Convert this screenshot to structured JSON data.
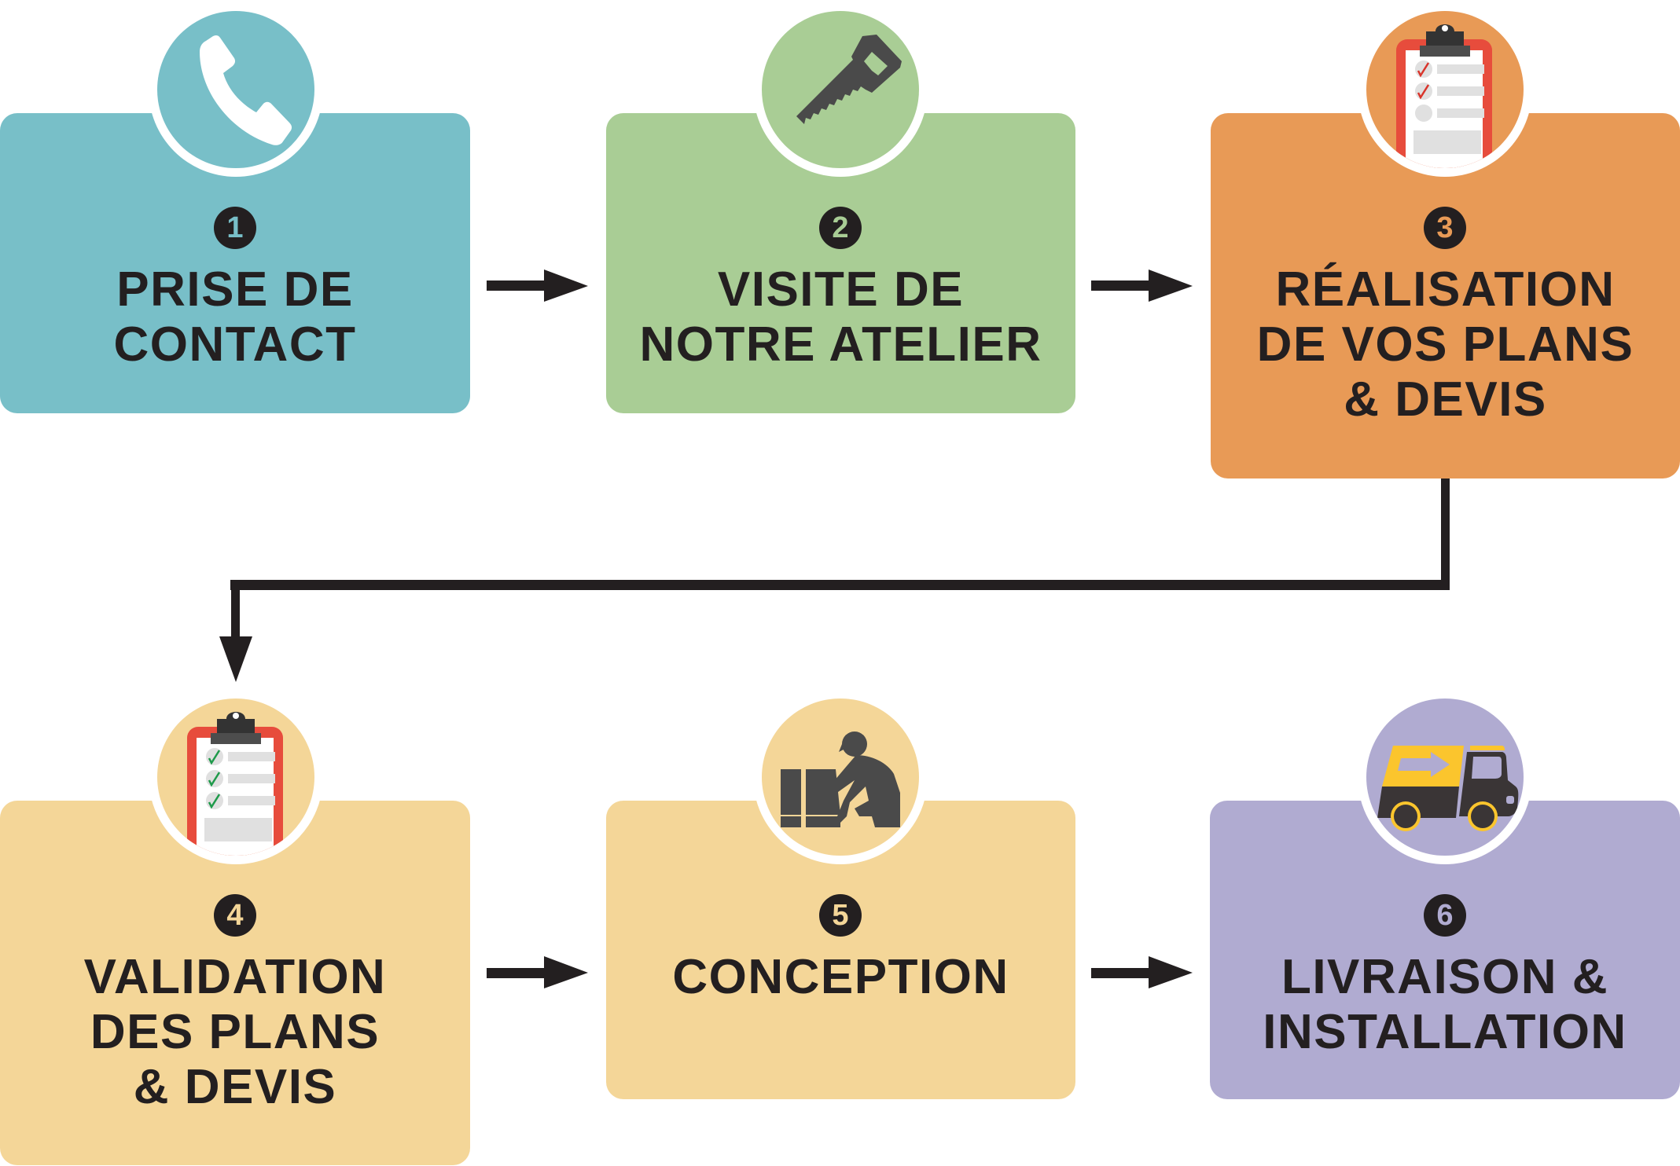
{
  "colors": {
    "step1": "#78bfc8",
    "step2": "#a9cd95",
    "step3": "#e89a56",
    "step4": "#f4d698",
    "step5": "#f4d698",
    "step6": "#b0abd1",
    "ink": "#231f20"
  },
  "steps": [
    {
      "number": "1",
      "icon": "phone-icon",
      "lines": [
        "PRISE DE",
        "CONTACT"
      ]
    },
    {
      "number": "2",
      "icon": "saw-icon",
      "lines": [
        "VISITE DE",
        "NOTRE ATELIER"
      ]
    },
    {
      "number": "3",
      "icon": "clipboard-icon",
      "lines": [
        "RÉALISATION",
        "DE VOS PLANS",
        "& DEVIS"
      ]
    },
    {
      "number": "4",
      "icon": "clipboard-check-icon",
      "lines": [
        "VALIDATION",
        "DES PLANS",
        "& DEVIS"
      ]
    },
    {
      "number": "5",
      "icon": "carpenter-worker-icon",
      "lines": [
        "CONCEPTION"
      ]
    },
    {
      "number": "6",
      "icon": "delivery-truck-icon",
      "lines": [
        "LIVRAISON &",
        "INSTALLATION"
      ]
    }
  ]
}
